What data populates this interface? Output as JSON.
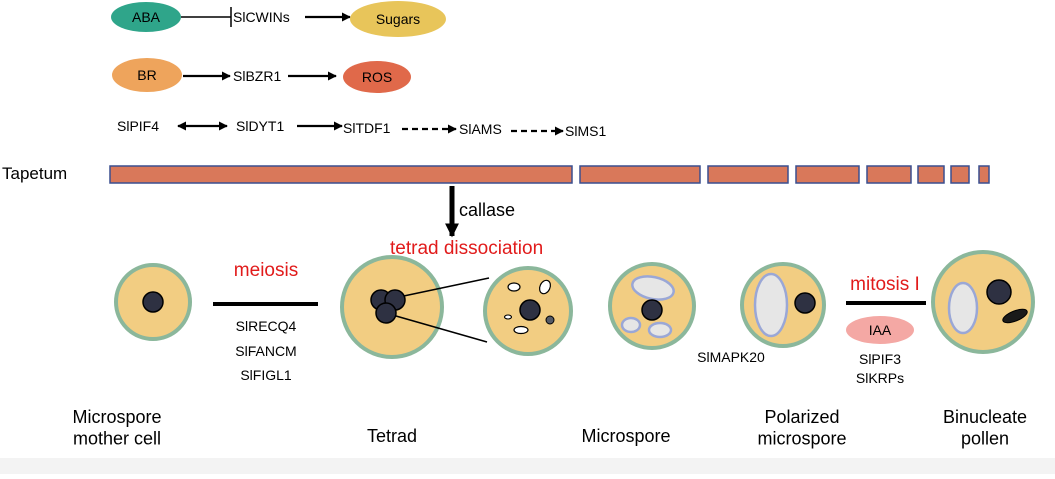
{
  "colors": {
    "aba_fill": "#2fa58a",
    "sugars_fill": "#e8c55a",
    "br_fill": "#eea45c",
    "ros_fill": "#e0694a",
    "tapetum_fill": "#d9785a",
    "tapetum_stroke": "#3a4f8f",
    "cell_fill": "#f2cd82",
    "cell_stroke": "#8bb79b",
    "nucleus_fill": "#2e3142",
    "vacuole_stroke": "#9aa7d6",
    "vacuole_fill": "#e6e6e6",
    "iaa_fill": "#f4a8a4",
    "red_text": "#e11b1b"
  },
  "pathways": {
    "aba": {
      "label": "ABA"
    },
    "slcwins": {
      "label": "SlCWINs"
    },
    "sugars": {
      "label": "Sugars"
    },
    "br": {
      "label": "BR"
    },
    "slbzr1": {
      "label": "SlBZR1"
    },
    "ros": {
      "label": "ROS"
    },
    "slpif4": {
      "label": "SlPIF4"
    },
    "sldyt1": {
      "label": "SlDYT1"
    },
    "sltdf1": {
      "label": "SlTDF1"
    },
    "slams": {
      "label": "SlAMS"
    },
    "slms1": {
      "label": "SlMS1"
    }
  },
  "tapetum": {
    "label": "Tapetum"
  },
  "callase": {
    "label": "callase"
  },
  "processes": {
    "meiosis": {
      "label": "meiosis",
      "genes": [
        "SlRECQ4",
        "SlFANCM",
        "SlFIGL1"
      ]
    },
    "tetrad_dissociation": {
      "label": "tetrad dissociation"
    },
    "microspore_gene": {
      "label": "SlMAPK20"
    },
    "mitosis": {
      "label": "mitosis I",
      "regulator": "IAA",
      "genes": [
        "SlPIF3",
        "SlKRPs"
      ]
    }
  },
  "stages": [
    {
      "label": "Microspore\nmother cell"
    },
    {
      "label": "Tetrad"
    },
    {
      "label": "Microspore"
    },
    {
      "label": "Polarized\nmicrospore"
    },
    {
      "label": "Binucleate\npollen"
    }
  ]
}
